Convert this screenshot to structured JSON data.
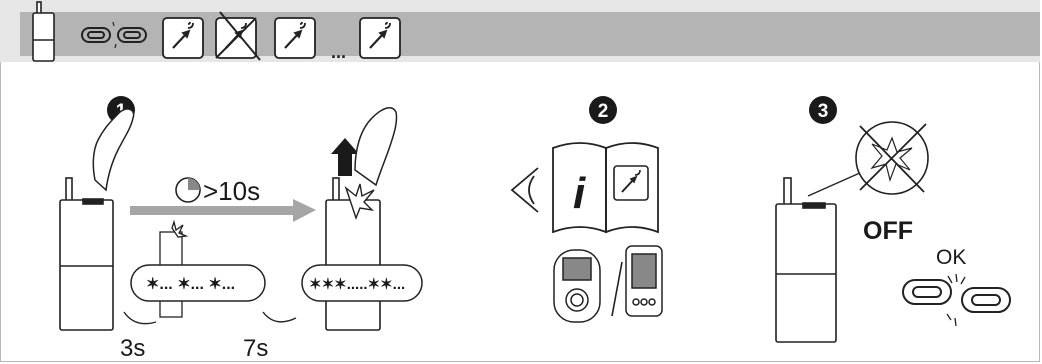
{
  "header": {
    "ellipsis": "...",
    "icons": [
      "transmitter-icon",
      "link-broken-icon",
      "remote-icon",
      "remote-crossed-icon",
      "remote-icon",
      "remote-icon"
    ]
  },
  "steps": [
    {
      "number": "1",
      "timer": ">10s",
      "duration_short": "3s",
      "duration_long": "7s"
    },
    {
      "number": "2",
      "book_letter": "i"
    },
    {
      "number": "3",
      "status_off": "OFF",
      "status_ok": "OK"
    }
  ],
  "colors": {
    "header_bar": "#b4b4b4",
    "device_fill": "#ffffff",
    "stroke": "#222222",
    "badge": "#1a1a1a",
    "arrow_grey": "#a6a6a6"
  }
}
